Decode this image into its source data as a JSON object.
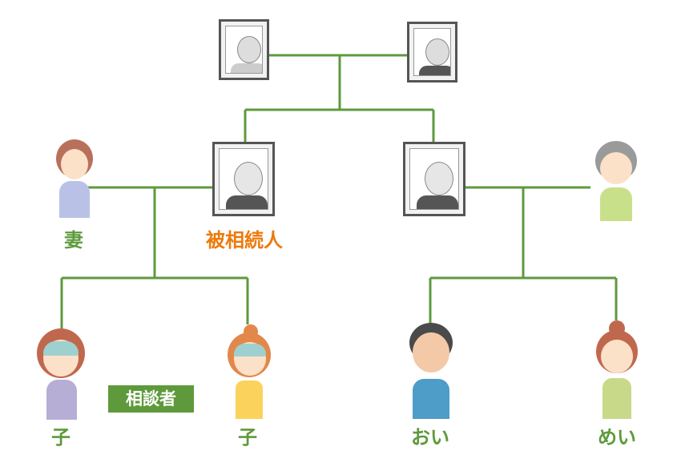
{
  "colors": {
    "line": "#5e9a3c",
    "label_green": "#5e9a3c",
    "deceased_label": "#ec7a0c",
    "badge_bg": "#5e9a3c"
  },
  "labels": {
    "wife": "妻",
    "deceased": "被相続人",
    "child_left": "子",
    "child_right": "子",
    "nephew": "おい",
    "niece": "めい",
    "consultant_badge": "相談者"
  }
}
